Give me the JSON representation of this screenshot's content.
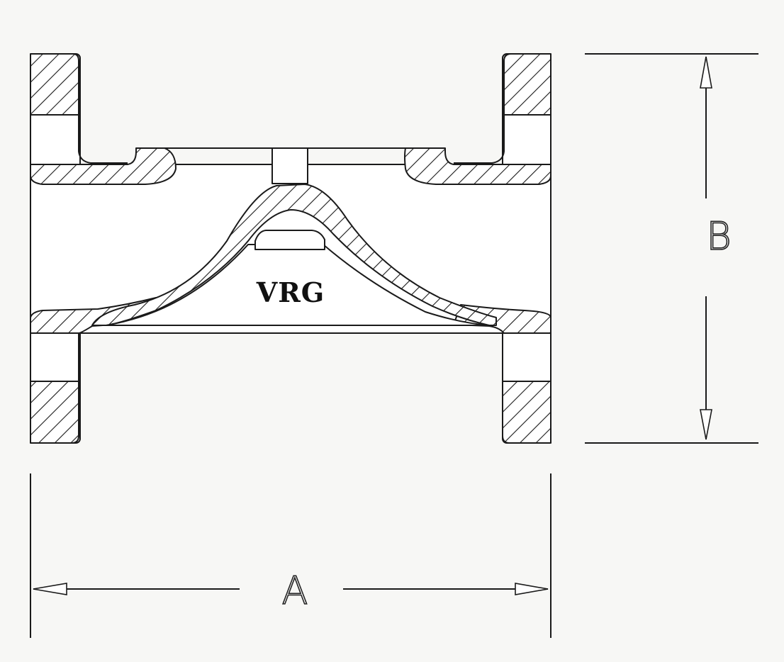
{
  "diagram": {
    "logo_text": "VRG",
    "dimension_a_label": "A",
    "dimension_b_label": "B"
  },
  "colors": {
    "line": "#1a1a1a",
    "background": "#f7f7f5",
    "fill": "#ffffff"
  }
}
